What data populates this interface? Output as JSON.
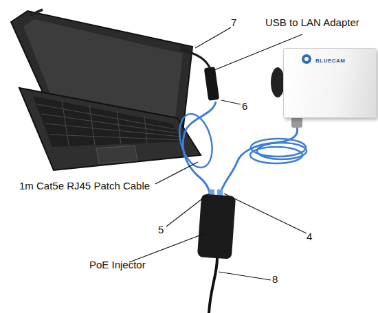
{
  "diagram": {
    "nodes": [
      {
        "text": [
          "BLUECAM"
        ]
      }
    ],
    "labels": [
      "7",
      "USB to LAN Adapter",
      "6",
      "1m Cat5e RJ45 Patch Cable",
      "5",
      "4",
      "PoE Injector",
      "8"
    ]
  }
}
